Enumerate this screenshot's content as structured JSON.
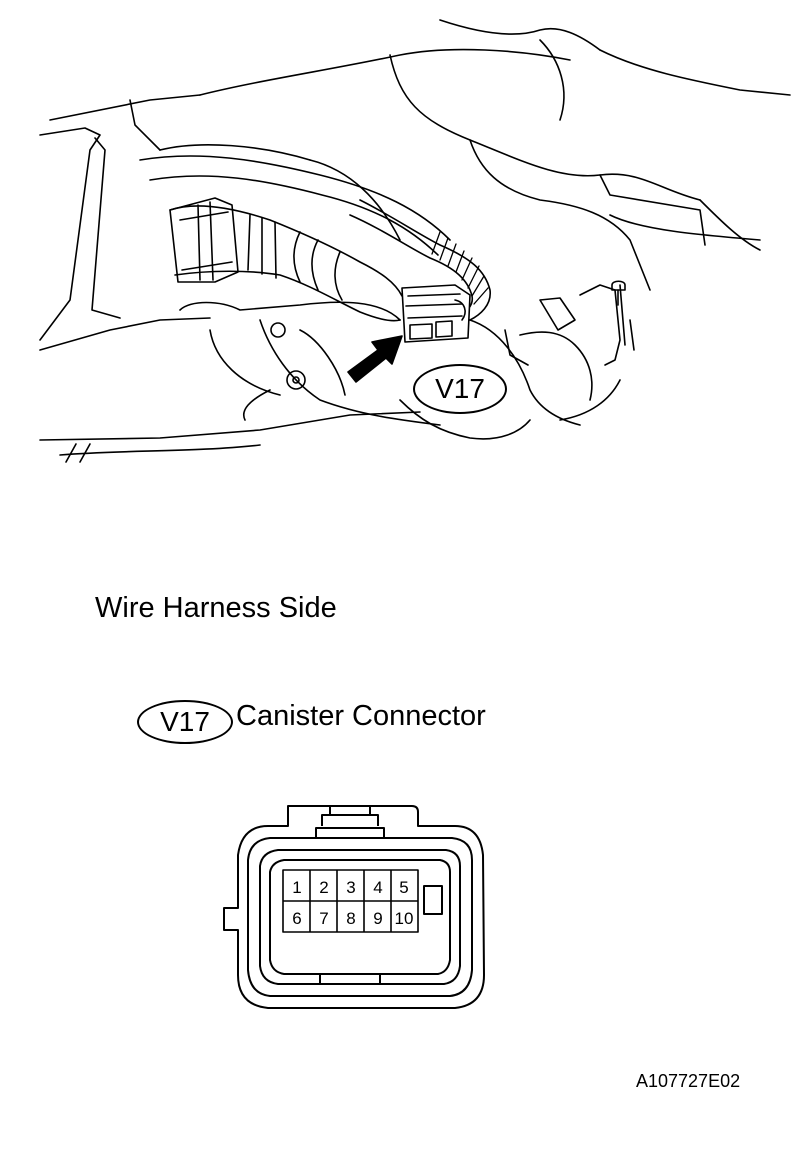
{
  "photo_callout": {
    "code": "V17"
  },
  "view_label": "Wire Harness Side",
  "connector": {
    "code": "V17",
    "name": "Canister Connector",
    "pins_top": [
      "1",
      "2",
      "3",
      "4",
      "5"
    ],
    "pins_bottom": [
      "6",
      "7",
      "8",
      "9",
      "10"
    ]
  },
  "figure_id": "A107727E02"
}
